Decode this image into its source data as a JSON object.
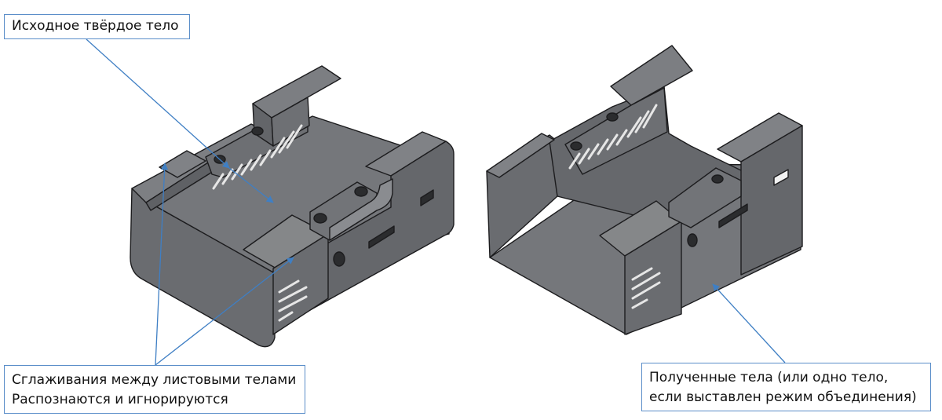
{
  "callouts": {
    "source_body": "Исходное твёрдое тело",
    "fillets_line1": "Сглаживания между листовыми телами",
    "fillets_line2": "Распознаются и игнорируются",
    "result_line1": "Полученные тела (или одно тело,",
    "result_line2": "если выставлен режим объединения)"
  },
  "colors": {
    "metal_top": "#7a7c80",
    "metal_mid": "#6a6c70",
    "metal_dark": "#55575b",
    "edge": "#1c1c1e",
    "leader": "#3f7fc4",
    "callout_border": "#5b8ec9"
  }
}
